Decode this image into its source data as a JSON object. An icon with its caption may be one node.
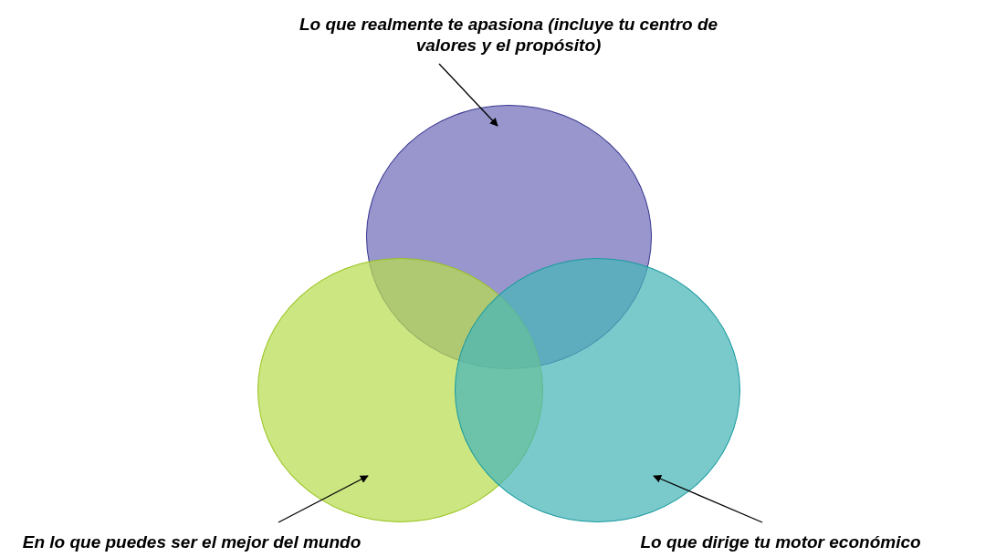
{
  "diagram": {
    "nodes": [
      {
        "text": [
          "Lo que realmente te apasiona",
          "(incluye tu centro de valores y el propósito)"
        ]
      },
      {
        "text": [],
        "shape": "circle"
      },
      {
        "text": [],
        "shape": "circle"
      },
      {
        "text": [],
        "shape": "circle"
      },
      {
        "text": [
          "En lo que puedes ser el mejor del mundo"
        ]
      },
      {
        "text": [
          "Lo que dirige tu motor económico"
        ]
      }
    ],
    "edges": [
      {
        "from": 0,
        "to": 1,
        "arrow": "to"
      },
      {
        "from": 4,
        "to": 2,
        "arrow": "to"
      },
      {
        "from": 5,
        "to": 3,
        "arrow": "to"
      }
    ]
  }
}
